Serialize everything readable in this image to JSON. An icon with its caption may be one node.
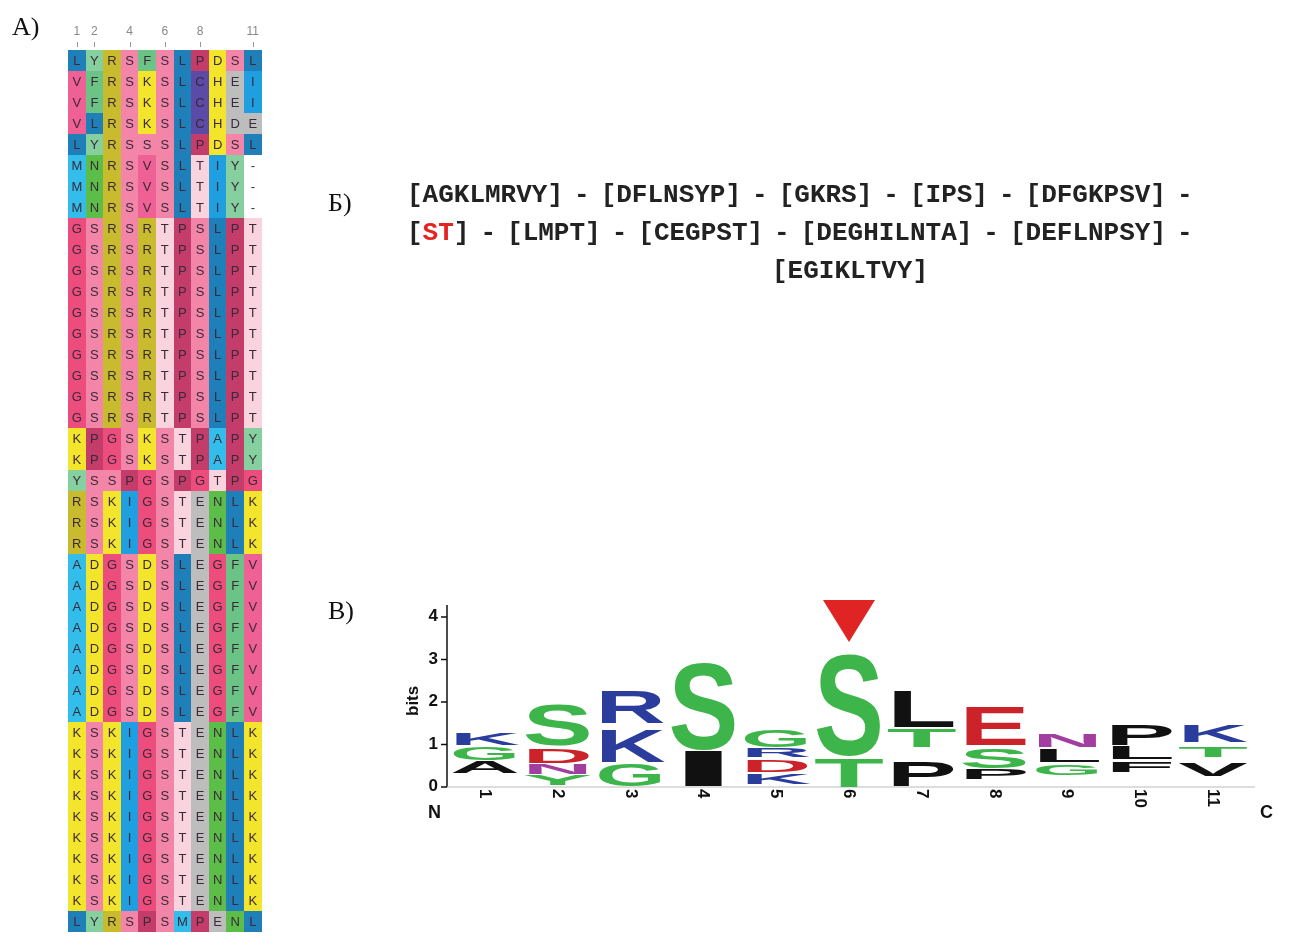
{
  "diagram": {
    "labels": [
      "А)",
      "1",
      "2",
      "4",
      "6",
      "8",
      "11",
      "L",
      "Y",
      "R",
      "S",
      "F",
      "S",
      "L",
      "P",
      "D",
      "S",
      "L",
      "V",
      "F",
      "R",
      "S",
      "K",
      "S",
      "L",
      "C",
      "H",
      "E",
      "I",
      "V",
      "F",
      "R",
      "S",
      "K",
      "S",
      "L",
      "C",
      "H",
      "E",
      "I",
      "V",
      "L",
      "R",
      "S",
      "K",
      "S",
      "L",
      "C",
      "H",
      "D",
      "E",
      "L",
      "Y",
      "R",
      "S",
      "S",
      "S",
      "L",
      "P",
      "D",
      "S",
      "L",
      "M",
      "N",
      "R",
      "S",
      "V",
      "S",
      "L",
      "T",
      "I",
      "Y",
      "-",
      "M",
      "N",
      "R",
      "S",
      "V",
      "S",
      "L",
      "T",
      "I",
      "Y",
      "-",
      "M",
      "N",
      "R",
      "S",
      "V",
      "S",
      "L",
      "T",
      "I",
      "Y",
      "-",
      "G",
      "S",
      "R",
      "S",
      "R",
      "T",
      "P",
      "S",
      "L",
      "P",
      "T",
      "G",
      "S",
      "R",
      "S",
      "R",
      "T",
      "P",
      "S",
      "L",
      "P",
      "T",
      "G",
      "S",
      "R",
      "S",
      "R",
      "T",
      "P",
      "S",
      "L",
      "P",
      "T",
      "G",
      "S",
      "R",
      "S",
      "R",
      "T",
      "P",
      "S",
      "L",
      "P",
      "T",
      "G",
      "S",
      "R",
      "S",
      "R",
      "T",
      "P",
      "S",
      "L",
      "P",
      "T",
      "G",
      "S",
      "R",
      "S",
      "R",
      "T",
      "P",
      "S",
      "L",
      "P",
      "T",
      "G",
      "S",
      "R",
      "S",
      "R",
      "T",
      "P",
      "S",
      "L",
      "P",
      "T",
      "G",
      "S",
      "R",
      "S",
      "R",
      "T",
      "P",
      "S",
      "L",
      "P",
      "T",
      "G",
      "S",
      "R",
      "S",
      "R",
      "T",
      "P",
      "S",
      "L",
      "P",
      "T",
      "G",
      "S",
      "R",
      "S",
      "R",
      "T",
      "P",
      "S",
      "L",
      "P",
      "T",
      "K",
      "P",
      "G",
      "S",
      "K",
      "S",
      "T",
      "P",
      "A",
      "P",
      "Y",
      "K",
      "P",
      "G",
      "S",
      "K",
      "S",
      "T",
      "P",
      "A",
      "P",
      "Y",
      "Y",
      "S",
      "S",
      "P",
      "G",
      "S",
      "P",
      "G",
      "T",
      "P",
      "G",
      "R",
      "S",
      "K",
      "I",
      "G",
      "S",
      "T",
      "E",
      "N",
      "L",
      "K",
      "R",
      "S",
      "K",
      "I",
      "G",
      "S",
      "T",
      "E",
      "N",
      "L",
      "K",
      "R",
      "S",
      "K",
      "I",
      "G",
      "S",
      "T",
      "E",
      "N",
      "L",
      "K",
      "A",
      "D",
      "G",
      "S",
      "D",
      "S",
      "L",
      "E",
      "G",
      "F",
      "V",
      "A",
      "D",
      "G",
      "S",
      "D",
      "S",
      "L",
      "E",
      "G",
      "F",
      "V",
      "A",
      "D",
      "G",
      "S",
      "D",
      "S",
      "L",
      "E",
      "G",
      "F",
      "V",
      "A",
      "D",
      "G",
      "S",
      "D",
      "S",
      "L",
      "E",
      "G",
      "F",
      "V",
      "A",
      "D",
      "G",
      "S",
      "D",
      "S",
      "L",
      "E",
      "G",
      "F",
      "V",
      "A",
      "D",
      "G",
      "S",
      "D",
      "S",
      "L",
      "E",
      "G",
      "F",
      "V",
      "A",
      "D",
      "G",
      "S",
      "D",
      "S",
      "L",
      "E",
      "G",
      "F",
      "V",
      "A",
      "D",
      "G",
      "S",
      "D",
      "S",
      "L",
      "E",
      "G",
      "F",
      "V",
      "K",
      "S",
      "K",
      "I",
      "G",
      "S",
      "T",
      "E",
      "N",
      "L",
      "K",
      "K",
      "S",
      "K",
      "I",
      "G",
      "S",
      "T",
      "E",
      "N",
      "L",
      "K",
      "K",
      "S",
      "K",
      "I",
      "G",
      "S",
      "T",
      "E",
      "N",
      "L",
      "K",
      "K",
      "S",
      "K",
      "I",
      "G",
      "S",
      "T",
      "E",
      "N",
      "L",
      "K",
      "K",
      "S",
      "K",
      "I",
      "G",
      "S",
      "T",
      "E",
      "N",
      "L",
      "K",
      "K",
      "S",
      "K",
      "I",
      "G",
      "S",
      "T",
      "E",
      "N",
      "L",
      "K",
      "K",
      "S",
      "K",
      "I",
      "G",
      "S",
      "T",
      "E",
      "N",
      "L",
      "K",
      "K",
      "S",
      "K",
      "I",
      "G",
      "S",
      "T",
      "E",
      "N",
      "L",
      "K",
      "K",
      "S",
      "K",
      "I",
      "G",
      "S",
      "T",
      "E",
      "N",
      "L",
      "K",
      "L",
      "Y",
      "R",
      "S",
      "P",
      "S",
      "M",
      "P",
      "E",
      "N",
      "L",
      "Б)",
      "[AGKLMRVY]",
      "-",
      "[DFLNSYP]",
      "-",
      "[GKRS]",
      "-",
      "[IPS]",
      "-",
      "[DFGKPSV]",
      "-",
      "[",
      "ST",
      "]",
      "-",
      "[LMPT]",
      "-",
      "[CEGPST]",
      "-",
      "[DEGHILNTA]",
      "-",
      "[DEFLNPSY]",
      "-",
      "[EGIKLTVY]",
      "В)",
      "4",
      "3",
      "2",
      "1",
      "0",
      "bits",
      "N",
      "1",
      "2",
      "3",
      "4",
      "5",
      "6",
      "7",
      "8",
      "9",
      "10",
      "11",
      "C",
      "K",
      "G",
      "A",
      "S",
      "D",
      "N",
      "Y",
      "R",
      "K",
      "G",
      "S",
      "I",
      "G",
      "R",
      "D",
      "K",
      "S",
      "T",
      "L",
      "T",
      "P",
      "E",
      "S",
      "P",
      "N",
      "L",
      "G",
      "P",
      "L",
      "F",
      "K",
      "T",
      "V"
    ]
  }
}
